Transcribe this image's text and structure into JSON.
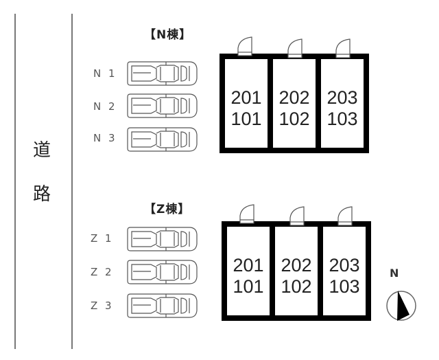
{
  "road": {
    "chars": [
      "道",
      "路"
    ]
  },
  "buildings": [
    {
      "title": "【N棟】",
      "units": [
        {
          "upper": "201",
          "lower": "101"
        },
        {
          "upper": "202",
          "lower": "102"
        },
        {
          "upper": "203",
          "lower": "103"
        }
      ],
      "parking": [
        "N 1",
        "N 2",
        "N 3"
      ]
    },
    {
      "title": "【Z棟】",
      "units": [
        {
          "upper": "201",
          "lower": "101"
        },
        {
          "upper": "202",
          "lower": "102"
        },
        {
          "upper": "203",
          "lower": "103"
        }
      ],
      "parking": [
        "Z 1",
        "Z 2",
        "Z 3"
      ]
    }
  ],
  "compass": {
    "label": "N"
  }
}
